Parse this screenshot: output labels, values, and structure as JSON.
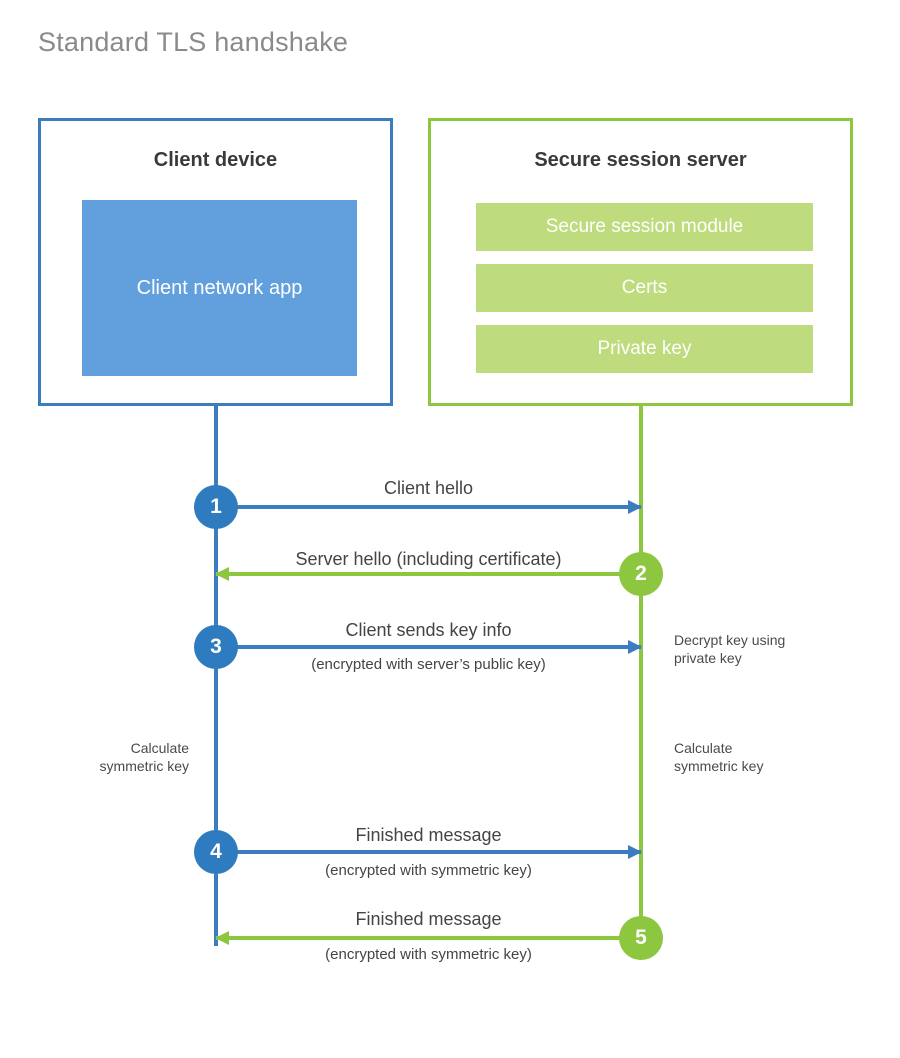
{
  "page": {
    "title": "Standard TLS handshake",
    "background_color": "#ffffff"
  },
  "colors": {
    "client_blue": "#3C7DBF",
    "client_app_blue": "#61A0DC",
    "client_circle_blue": "#2E7CBF",
    "server_green": "#8DC63F",
    "server_bar_green": "#BEDB7E",
    "title_gray": "#8a8a8a",
    "text_gray": "#444444"
  },
  "client": {
    "title": "Client device",
    "app_label": "Client network app"
  },
  "server": {
    "title": "Secure session server",
    "bars": [
      {
        "label": "Secure session module"
      },
      {
        "label": "Certs"
      },
      {
        "label": "Private key"
      }
    ]
  },
  "steps": [
    {
      "number": "1",
      "direction": "client-to-server",
      "primary": "Client hello",
      "sub": ""
    },
    {
      "number": "2",
      "direction": "server-to-client",
      "primary": "Server hello (including certificate)",
      "sub": ""
    },
    {
      "number": "3",
      "direction": "client-to-server",
      "primary": "Client sends key info",
      "sub": "(encrypted with server’s public key)"
    },
    {
      "number": "4",
      "direction": "client-to-server",
      "primary": "Finished message",
      "sub": "(encrypted with symmetric key)"
    },
    {
      "number": "5",
      "direction": "server-to-client",
      "primary": "Finished message",
      "sub": "(encrypted with symmetric key)"
    }
  ],
  "annotations": {
    "decrypt_key": "Decrypt key using\nprivate key",
    "client_calculate": "Calculate\nsymmetric key",
    "server_calculate": "Calculate\nsymmetric key"
  }
}
